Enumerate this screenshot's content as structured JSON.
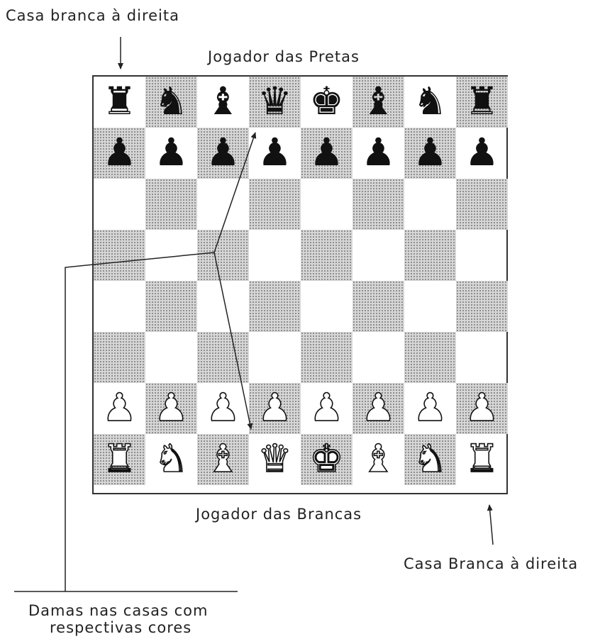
{
  "labels": {
    "top_left": "Casa branca à direita",
    "top_player": "Jogador das Pretas",
    "bottom_player": "Jogador das Brancas",
    "bottom_right": "Casa Branca à direita",
    "queens_line1": "Damas nas casas com",
    "queens_line2": "respectivas cores"
  },
  "board": {
    "dark_square_color": "#d6d6d6",
    "light_square_color": "#ffffff",
    "ranks": [
      [
        [
          "rook",
          "black"
        ],
        [
          "knight",
          "black"
        ],
        [
          "bishop",
          "black"
        ],
        [
          "queen",
          "black"
        ],
        [
          "king",
          "black"
        ],
        [
          "bishop",
          "black"
        ],
        [
          "knight",
          "black"
        ],
        [
          "rook",
          "black"
        ]
      ],
      [
        [
          "pawn",
          "black"
        ],
        [
          "pawn",
          "black"
        ],
        [
          "pawn",
          "black"
        ],
        [
          "pawn",
          "black"
        ],
        [
          "pawn",
          "black"
        ],
        [
          "pawn",
          "black"
        ],
        [
          "pawn",
          "black"
        ],
        [
          "pawn",
          "black"
        ]
      ],
      [
        null,
        null,
        null,
        null,
        null,
        null,
        null,
        null
      ],
      [
        null,
        null,
        null,
        null,
        null,
        null,
        null,
        null
      ],
      [
        null,
        null,
        null,
        null,
        null,
        null,
        null,
        null
      ],
      [
        null,
        null,
        null,
        null,
        null,
        null,
        null,
        null
      ],
      [
        [
          "pawn",
          "white"
        ],
        [
          "pawn",
          "white"
        ],
        [
          "pawn",
          "white"
        ],
        [
          "pawn",
          "white"
        ],
        [
          "pawn",
          "white"
        ],
        [
          "pawn",
          "white"
        ],
        [
          "pawn",
          "white"
        ],
        [
          "pawn",
          "white"
        ]
      ],
      [
        [
          "rook",
          "white"
        ],
        [
          "knight",
          "white"
        ],
        [
          "bishop",
          "white"
        ],
        [
          "queen",
          "white"
        ],
        [
          "king",
          "white"
        ],
        [
          "bishop",
          "white"
        ],
        [
          "knight",
          "white"
        ],
        [
          "rook",
          "white"
        ]
      ]
    ]
  }
}
